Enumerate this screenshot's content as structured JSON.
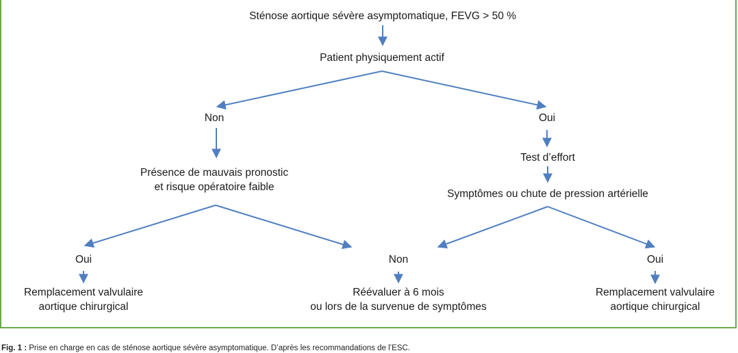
{
  "diagram": {
    "root": "Sténose aortique sévère asymptomatique, FEVG > 50 %",
    "q1": "Patient physiquement actif",
    "left_no": "Non",
    "right_yes": "Oui",
    "left_q": [
      "Présence de mauvais pronostic",
      "et risque opératoire faible"
    ],
    "test": "Test d’effort",
    "right_q": "Symptômes ou chute de pression artérielle",
    "ll_yes": "Oui",
    "mid_no": "Non",
    "rr_yes": "Oui",
    "ll_result": [
      "Remplacement valvulaire",
      "aortique chirurgical"
    ],
    "mid_result": [
      "Réévaluer à 6 mois",
      "ou lors de la survenue de symptômes"
    ],
    "rr_result": [
      "Remplacement valvulaire",
      "aortique chirurgical"
    ]
  },
  "caption": {
    "label": "Fig. 1 :",
    "text": " Prise en charge en cas de sténose aortique sévère asymptomatique. D’après les recommandations de l’ESC."
  },
  "colors": {
    "arrow": "#4f7fc0",
    "frame": "#6aaa4c"
  }
}
